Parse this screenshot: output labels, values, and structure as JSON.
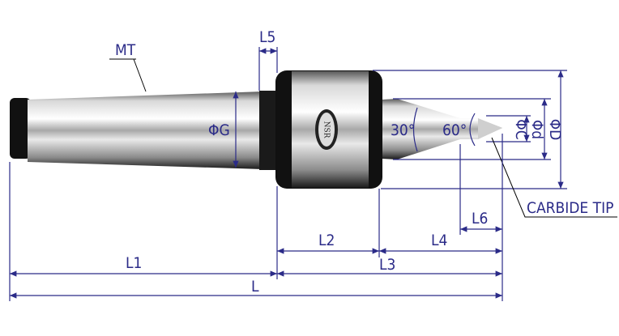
{
  "title": "Live center dimension drawing",
  "brand_logo": "NSR",
  "labels": {
    "mt": "MT",
    "l5": "L5",
    "phi_g": "ΦG",
    "angle_30": "30°",
    "angle_60": "60°",
    "phi_c": "ΦC",
    "phi_d_small": "Φd",
    "phi_d_large": "ΦD",
    "carbide_tip": "CARBIDE TIP",
    "l6": "L6",
    "l2": "L2",
    "l4": "L4",
    "l1": "L1",
    "l3": "L3",
    "l": "L"
  },
  "colors": {
    "dimension": "#2b2b88",
    "leader": "#000000"
  }
}
